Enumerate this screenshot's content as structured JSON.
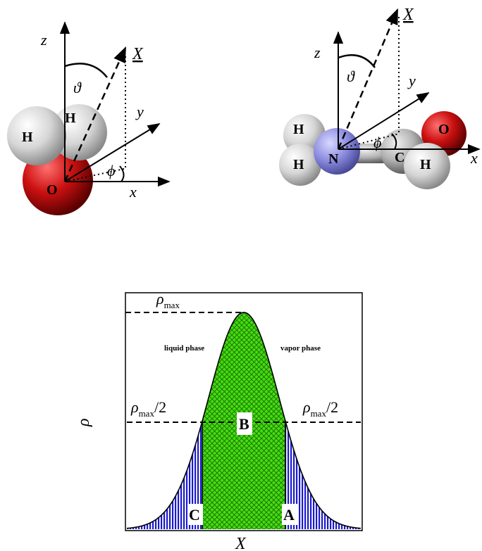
{
  "water": {
    "atoms": [
      {
        "element": "H",
        "color": "#e6e6e6"
      },
      {
        "element": "H",
        "color": "#e6e6e6"
      },
      {
        "element": "O",
        "color": "#cc1111"
      }
    ],
    "axes": {
      "x": "x",
      "y": "y",
      "z": "z"
    },
    "vector_label": "X",
    "theta": "ϑ",
    "phi": "ϕ"
  },
  "formamide": {
    "atoms": [
      {
        "element": "H",
        "color": "#e6e6e6"
      },
      {
        "element": "H",
        "color": "#e6e6e6"
      },
      {
        "element": "N",
        "color": "#8c8ce0"
      },
      {
        "element": "C",
        "color": "#b3b3b3"
      },
      {
        "element": "H",
        "color": "#e6e6e6"
      },
      {
        "element": "O",
        "color": "#cc1111"
      }
    ],
    "axes": {
      "x": "x",
      "y": "y",
      "z": "z"
    },
    "vector_label": "X",
    "theta": "ϑ",
    "phi": "ϕ"
  },
  "density_profile": {
    "rho_max_label": {
      "symbol": "ρ",
      "subscript": "max"
    },
    "half_label": {
      "symbol": "ρ",
      "subscript": "max",
      "suffix": "/2"
    },
    "region_left_text": "liquid phase",
    "region_right_text": "vapor phase",
    "regions": [
      "C",
      "B",
      "A"
    ],
    "xlabel": "X",
    "ylabel": "ρ",
    "colors": {
      "center": "#44dd11",
      "tails": "#1a1acc"
    }
  }
}
